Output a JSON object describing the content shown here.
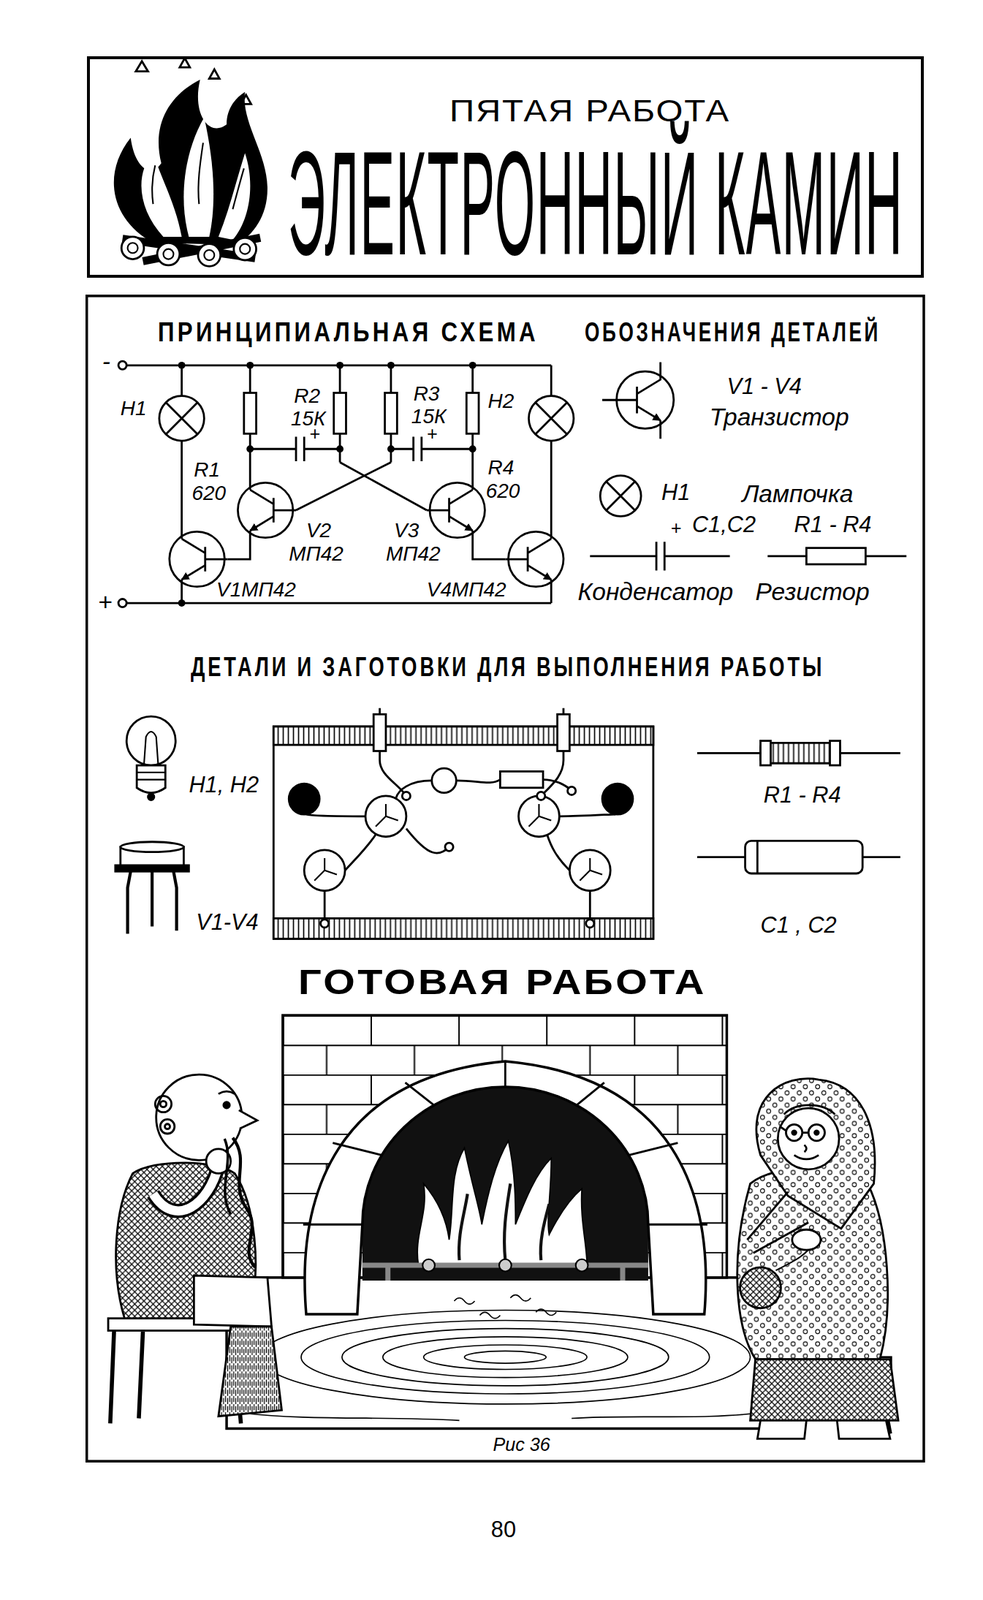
{
  "diagram": {
    "caption": "Рис 36",
    "nodes": [
      {
        "text": [
          "ПЯТАЯ РАБОТА",
          "ЭЛЕКТРОННЫЙ КАМИН"
        ]
      }
    ],
    "labels": [
      "ПРИНЦИПИАЛЬНАЯ СХЕМА",
      "ОБОЗНАЧЕНИЯ ДЕТАЛЕЙ",
      "-",
      "H1",
      "R2",
      "15К",
      "R3",
      "15К",
      "H2",
      "R1",
      "620",
      "+",
      "+",
      "R4",
      "620",
      "V2",
      "МП42",
      "V3",
      "МП42",
      "V1МП42",
      "V4МП42",
      "+",
      "+",
      "ДЕТАЛИ И ЗАГОТОВКИ ДЛЯ ВЫПОЛНЕНИЯ РАБОТЫ",
      "H1, H2",
      "V1-V4",
      "R1 - R4",
      "C1 , C2",
      "ГОТОВАЯ РАБОТА",
      "80"
    ],
    "legend": [
      {
        "text": "V1 - V4"
      },
      {
        "text": "Транзистор"
      },
      {
        "text": "H1"
      },
      {
        "text": "Лампочка"
      },
      {
        "text": "C1,C2"
      },
      {
        "text": "R1 - R4"
      },
      {
        "text": "Конденсатор"
      },
      {
        "text": "Резистор"
      }
    ]
  }
}
